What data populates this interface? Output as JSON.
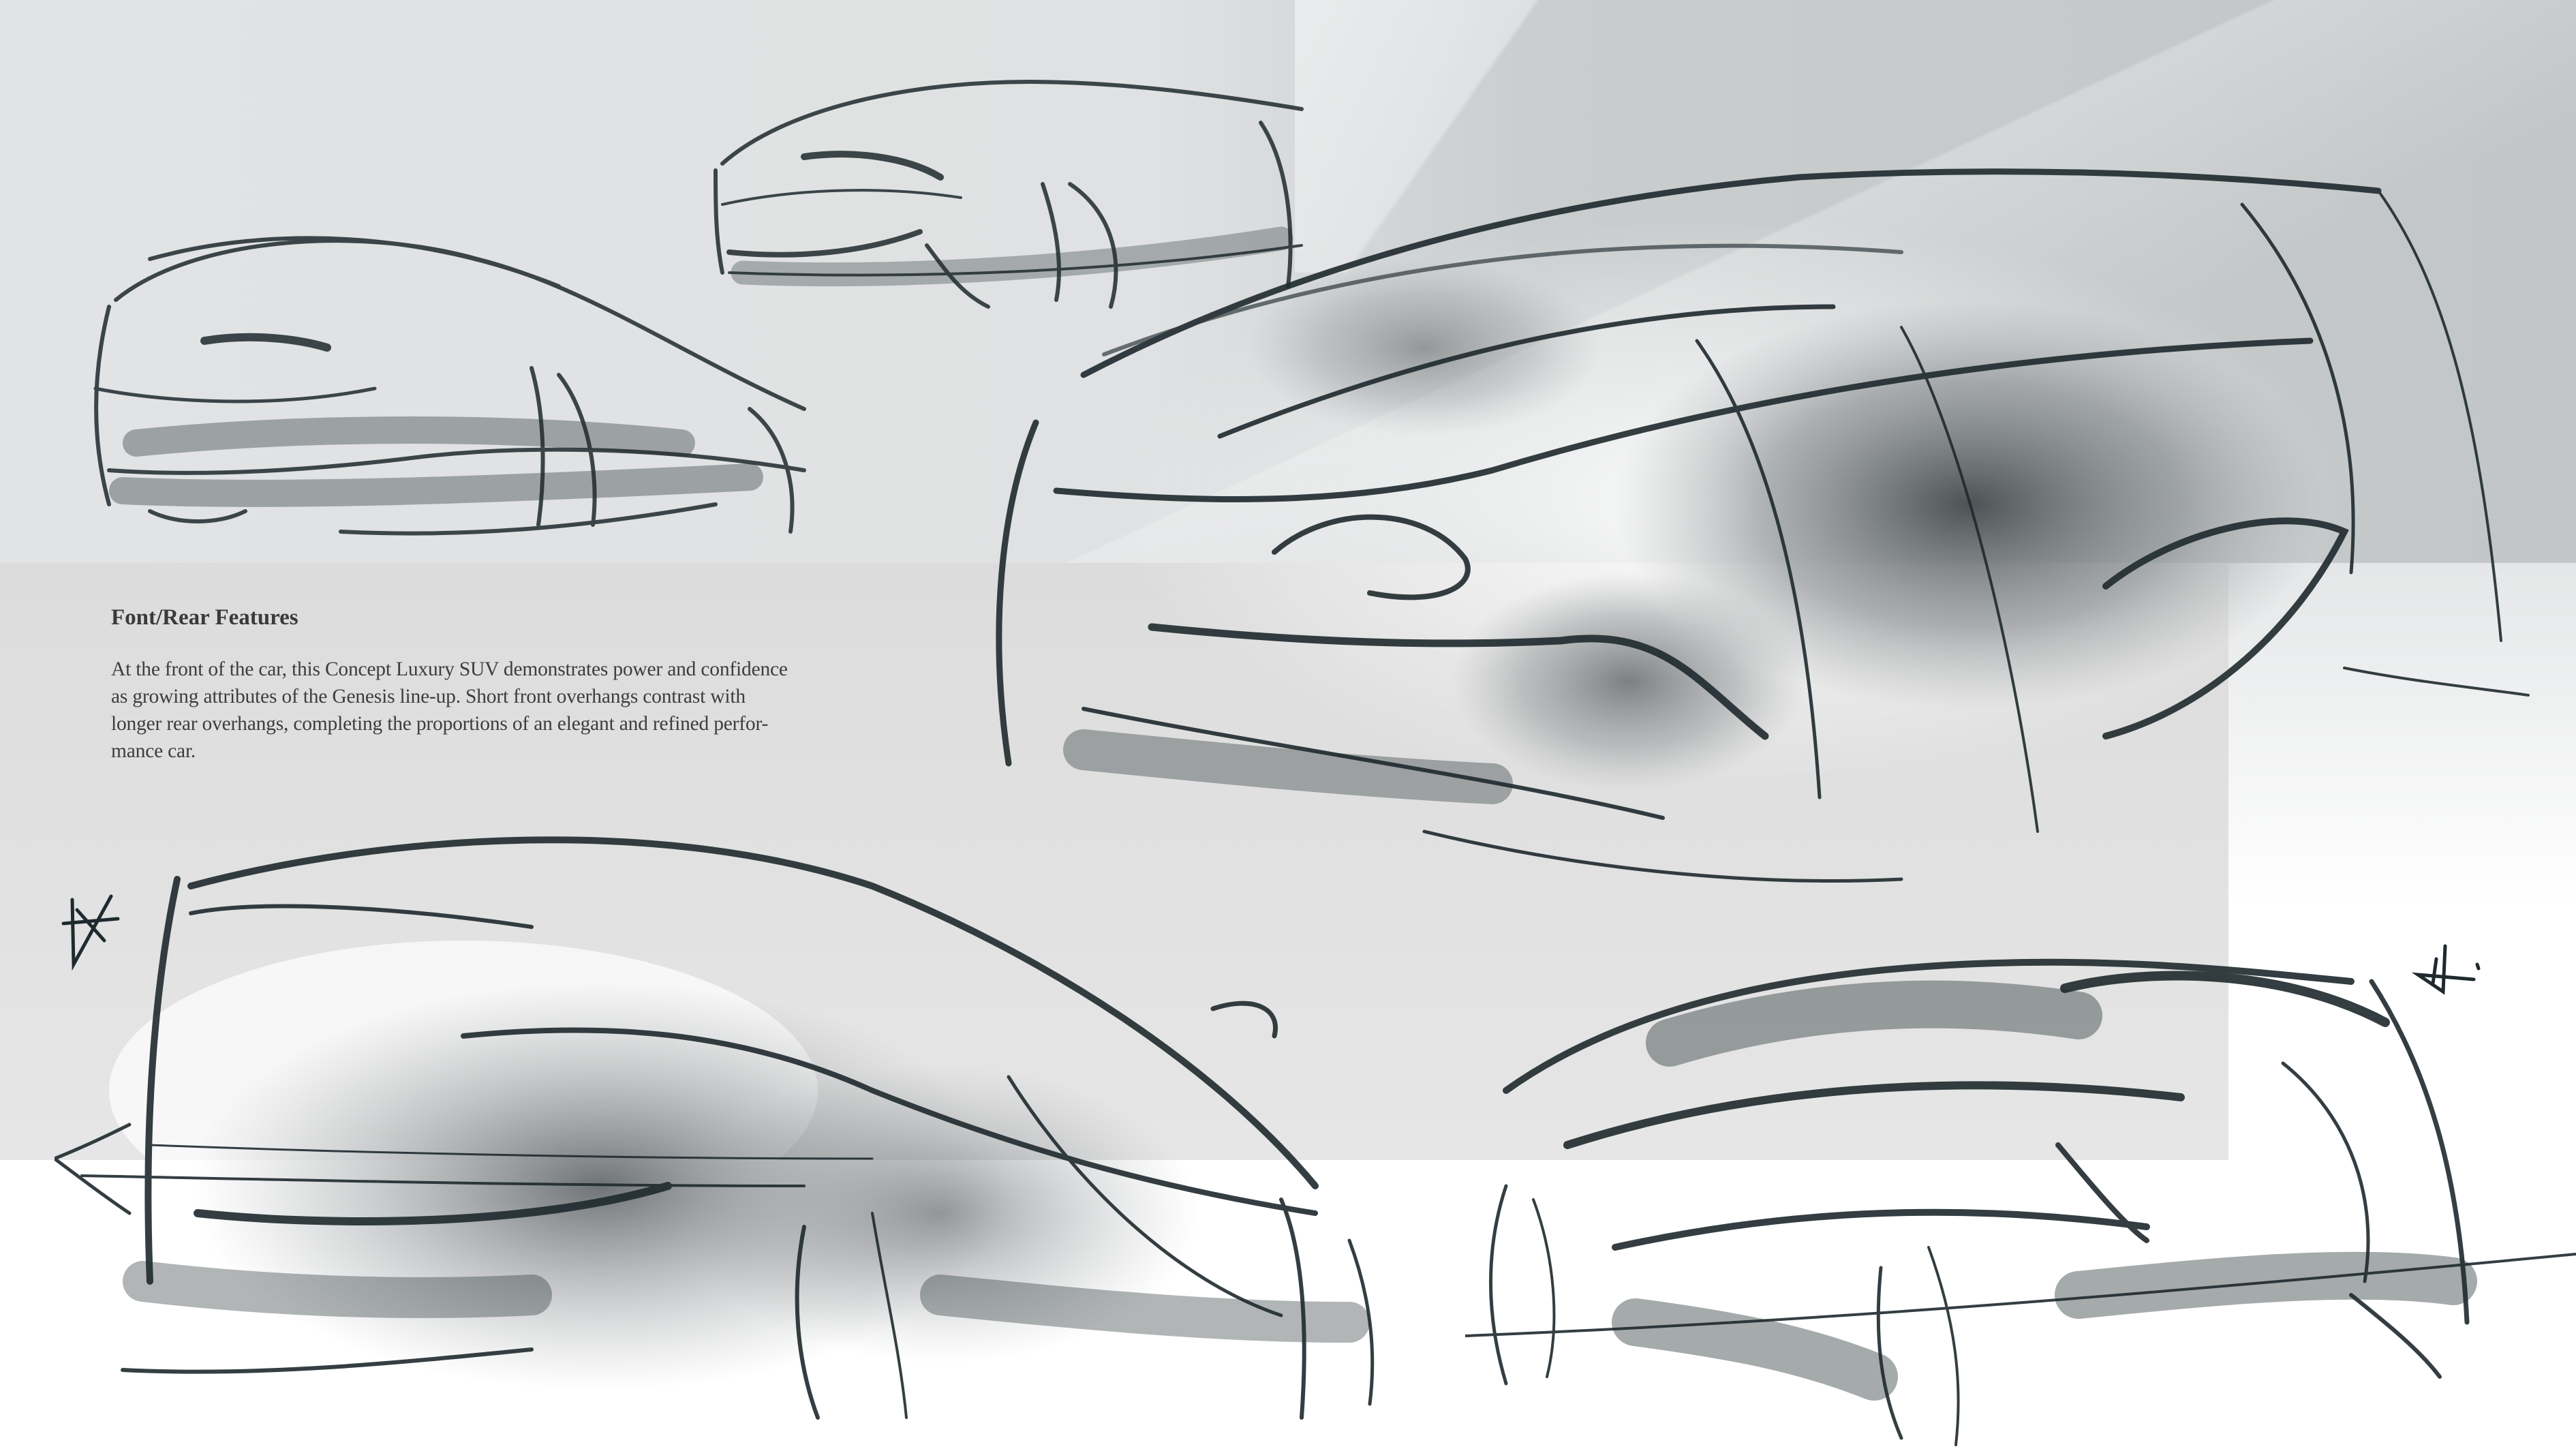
{
  "page": {
    "type": "car design sketch presentation board",
    "colors": {
      "background_top": "#e0e2e3",
      "background_top_right": "#c2c6c7",
      "panel_grey": "#e0e0e0",
      "background_bottom": "#ffffff",
      "pencil_stroke": "#1f2a2e",
      "text": "#3b3b3b"
    }
  },
  "text_block": {
    "heading": "Font/Rear Features",
    "lines": [
      "At the front of the car, this Concept Luxury SUV demonstrates power and confidence",
      "as growing attributes of the Genesis line-up. Short front overhangs contrast with",
      "longer rear overhangs, completing the proportions of an elegant and refined perfor-",
      "mance car."
    ]
  },
  "sketches": [
    {
      "id": "rear-three-quarter-small",
      "label": "Small rear 3/4 SUV sketch"
    },
    {
      "id": "front-three-quarter-small",
      "label": "Small front 3/4 SUV sketch"
    },
    {
      "id": "front-three-quarter-large",
      "label": "Large front 3/4 SUV sketch with marker shading"
    },
    {
      "id": "rear-three-quarter-large",
      "label": "Large rear 3/4 SUV sketch"
    },
    {
      "id": "rear-side-view",
      "label": "Rear 3/4 side-view SUV sketch"
    }
  ],
  "signatures": [
    {
      "id": "signature-left",
      "glyph": "star-signature"
    },
    {
      "id": "signature-right",
      "glyph": "star-signature"
    }
  ]
}
